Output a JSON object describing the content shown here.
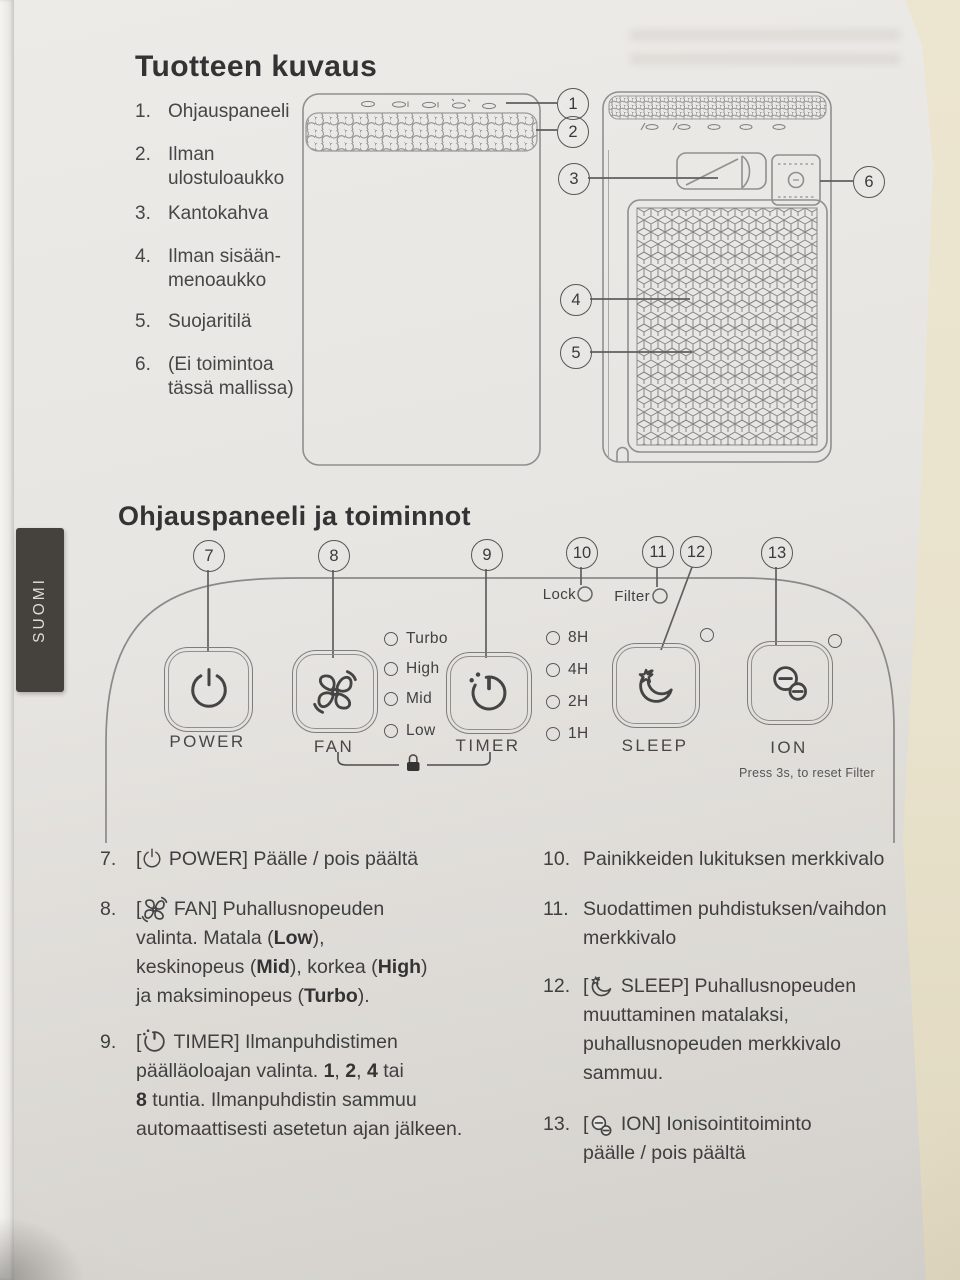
{
  "language_tab": "SUOMI",
  "sections": {
    "product_title": "Tuotteen kuvaus",
    "panel_title": "Ohjauspaneeli ja toiminnot"
  },
  "parts_list": [
    {
      "num": "1.",
      "label": "Ohjauspaneeli"
    },
    {
      "num": "2.",
      "label": "Ilman\nulostuloaukko"
    },
    {
      "num": "3.",
      "label": "Kantokahva"
    },
    {
      "num": "4.",
      "label": "Ilman sisään-\nmenoaukko"
    },
    {
      "num": "5.",
      "label": "Suojaritilä"
    },
    {
      "num": "6.",
      "label": "(Ei toimintoa\ntässä mallissa)"
    }
  ],
  "callouts": [
    "1",
    "2",
    "3",
    "4",
    "5",
    "6",
    "7",
    "8",
    "9",
    "10",
    "11",
    "12",
    "13"
  ],
  "panel": {
    "lock_label": "Lock",
    "filter_label": "Filter",
    "power_label": "POWER",
    "fan_label": "FAN",
    "timer_label": "TIMER",
    "sleep_label": "SLEEP",
    "ion_label": "ION",
    "fan_modes": [
      "Turbo",
      "High",
      "Mid",
      "Low"
    ],
    "timer_options": [
      "8H",
      "4H",
      "2H",
      "1H"
    ],
    "reset_note": "Press 3s, to reset Filter"
  },
  "descriptions_left": [
    {
      "num": "7.",
      "bracket": "[",
      "icon": "power-icon",
      "rich": [
        {
          "t": " POWER] Päälle / pois päältä"
        }
      ]
    },
    {
      "num": "8.",
      "bracket": "[",
      "icon": "fan-icon",
      "rich": [
        {
          "t": " FAN] Puhallusnopeuden\nvalinta. Matala ("
        },
        {
          "t": "Low",
          "b": 1
        },
        {
          "t": "),\nkeskinopeus ("
        },
        {
          "t": "Mid",
          "b": 1
        },
        {
          "t": "), korkea ("
        },
        {
          "t": "High",
          "b": 1
        },
        {
          "t": ")\nja maksiminopeus ("
        },
        {
          "t": "Turbo",
          "b": 1
        },
        {
          "t": ")."
        }
      ]
    },
    {
      "num": "9.",
      "bracket": "[",
      "icon": "timer-icon",
      "rich": [
        {
          "t": " TIMER] Ilmanpuhdistimen\npäälläoloajan valinta. "
        },
        {
          "t": "1",
          "b": 1
        },
        {
          "t": ", "
        },
        {
          "t": "2",
          "b": 1
        },
        {
          "t": ", "
        },
        {
          "t": "4",
          "b": 1
        },
        {
          "t": " tai\n"
        },
        {
          "t": "8",
          "b": 1
        },
        {
          "t": " tuntia. Ilmanpuhdistin sammuu\nautomaattisesti asetetun ajan jälkeen."
        }
      ]
    }
  ],
  "descriptions_right": [
    {
      "num": "10.",
      "rich": [
        {
          "t": "Painikkeiden lukituksen merkkivalo"
        }
      ]
    },
    {
      "num": "11.",
      "rich": [
        {
          "t": "Suodattimen puhdistuksen/vaihdon\nmerkkivalo"
        }
      ]
    },
    {
      "num": "12.",
      "bracket": "[",
      "icon": "sleep-icon",
      "rich": [
        {
          "t": " SLEEP] Puhallusnopeuden\nmuuttaminen matalaksi,\npuhallusnopeuden merkkivalo\nsammuu."
        }
      ]
    },
    {
      "num": "13.",
      "bracket": "[",
      "icon": "ion-icon",
      "rich": [
        {
          "t": " ION] Ionisointitoiminto\npäälle / pois päältä"
        }
      ]
    }
  ],
  "colors": {
    "paper_top": "#edebe7",
    "paper_mid": "#e7e5e1",
    "paper_bottom": "#d6d3ce",
    "ink": "#3c3c3c",
    "line": "#8a8a8a",
    "tab_bg": "#45423d",
    "tab_text": "#dfddd8",
    "page_edge": "#e9e2cc"
  }
}
